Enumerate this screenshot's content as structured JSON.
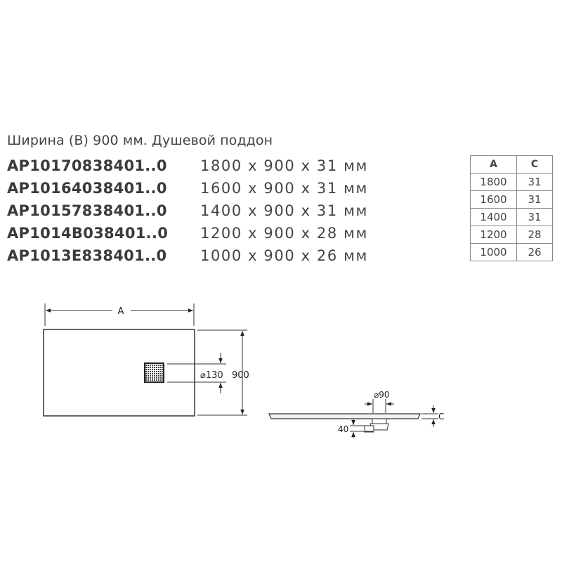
{
  "subtitle": "Ширина (В) 900 мм.  Душевой поддон",
  "models": [
    {
      "code": "AP10170838401..0",
      "dims": "1800 x 900 x 31 мм"
    },
    {
      "code": "AP10164038401..0",
      "dims": "1600 x 900 x 31 мм"
    },
    {
      "code": "AP10157838401..0",
      "dims": "1400 x 900 x 31 мм"
    },
    {
      "code": "AP1014B038401..0",
      "dims": "1200 x 900 x 28 мм"
    },
    {
      "code": "AP1013E838401..0",
      "dims": "1000 x 900 x 26 мм"
    }
  ],
  "spec_table": {
    "headers": [
      "A",
      "C"
    ],
    "rows": [
      [
        "1800",
        "31"
      ],
      [
        "1600",
        "31"
      ],
      [
        "1400",
        "31"
      ],
      [
        "1200",
        "28"
      ],
      [
        "1000",
        "26"
      ]
    ]
  },
  "drawing": {
    "top_view": {
      "label_a": "A",
      "label_width": "900",
      "label_drain": "⌀130"
    },
    "side_view": {
      "label_pipe": "⌀90",
      "label_height": "40",
      "label_c": "C"
    }
  }
}
